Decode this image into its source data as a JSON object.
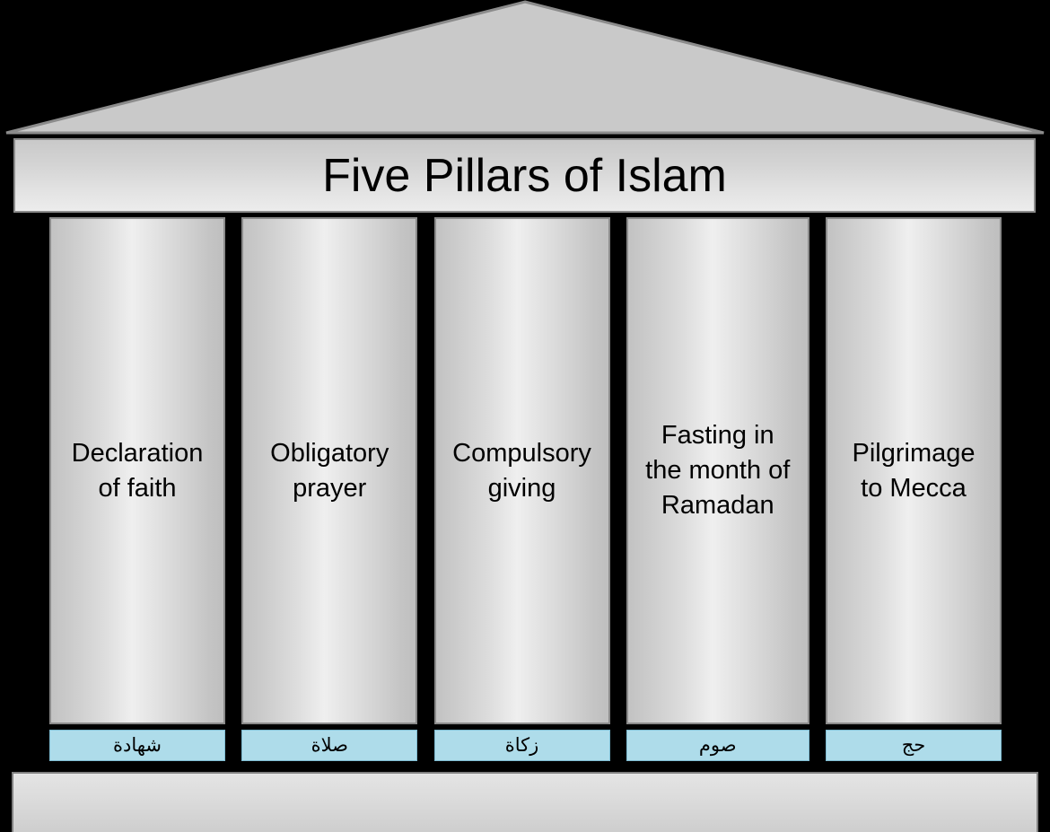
{
  "diagram": {
    "title": "Five Pillars of Islam",
    "structure_name": "temple-diagram",
    "colors": {
      "pediment": "#c9c9c9",
      "pillar_light": "#efefef",
      "pillar_dark": "#c2c2c2",
      "outline": "#8b8b8b",
      "plate_blue": "#aedcea",
      "background": "#000000",
      "text": "#000000"
    },
    "pillars": [
      {
        "english": "Declaration\nof faith",
        "arabic": "شهادة",
        "id": "shahada"
      },
      {
        "english": "Obligatory\nprayer",
        "arabic": "صلاة",
        "id": "salah"
      },
      {
        "english": "Compulsory\ngiving",
        "arabic": "زكاة",
        "id": "zakat"
      },
      {
        "english": "Fasting in\nthe month of\nRamadan",
        "arabic": "صوم",
        "id": "sawm"
      },
      {
        "english": "Pilgrimage\nto Mecca",
        "arabic": "حج",
        "id": "hajj"
      }
    ]
  }
}
